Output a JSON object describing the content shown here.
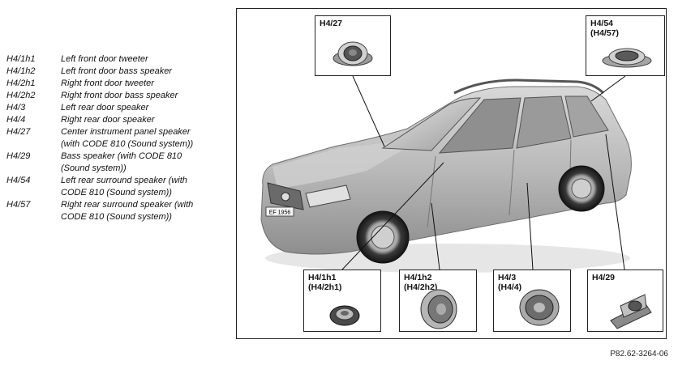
{
  "legend": [
    {
      "code": "H4/1h1",
      "desc": "Left front door tweeter"
    },
    {
      "code": "H4/1h2",
      "desc": "Left front door bass speaker"
    },
    {
      "code": "H4/2h1",
      "desc": "Right front door tweeter"
    },
    {
      "code": "H4/2h2",
      "desc": "Right front door bass speaker"
    },
    {
      "code": "H4/3",
      "desc": "Left rear door speaker"
    },
    {
      "code": "H4/4",
      "desc": "Right rear door speaker"
    },
    {
      "code": "H4/27",
      "desc": "Center instrument panel speaker\n(with CODE 810 (Sound system))"
    },
    {
      "code": "H4/29",
      "desc": "Bass speaker (with CODE 810\n(Sound system))"
    },
    {
      "code": "H4/54",
      "desc": "Left rear surround speaker (with\nCODE 810 (Sound system))"
    },
    {
      "code": "H4/57",
      "desc": "Right rear surround speaker (with\nCODE 810 (Sound system))"
    }
  ],
  "callouts": {
    "h4_27": "H4/27",
    "h4_54": "H4/54\n(H4/57)",
    "h4_1h1": "H4/1h1\n(H4/2h1)",
    "h4_1h2": "H4/1h2\n(H4/2h2)",
    "h4_3": "H4/3\n(H4/4)",
    "h4_29": "H4/29"
  },
  "license_plate": "EF 1956",
  "figure_id": "P82.62-3264-06"
}
